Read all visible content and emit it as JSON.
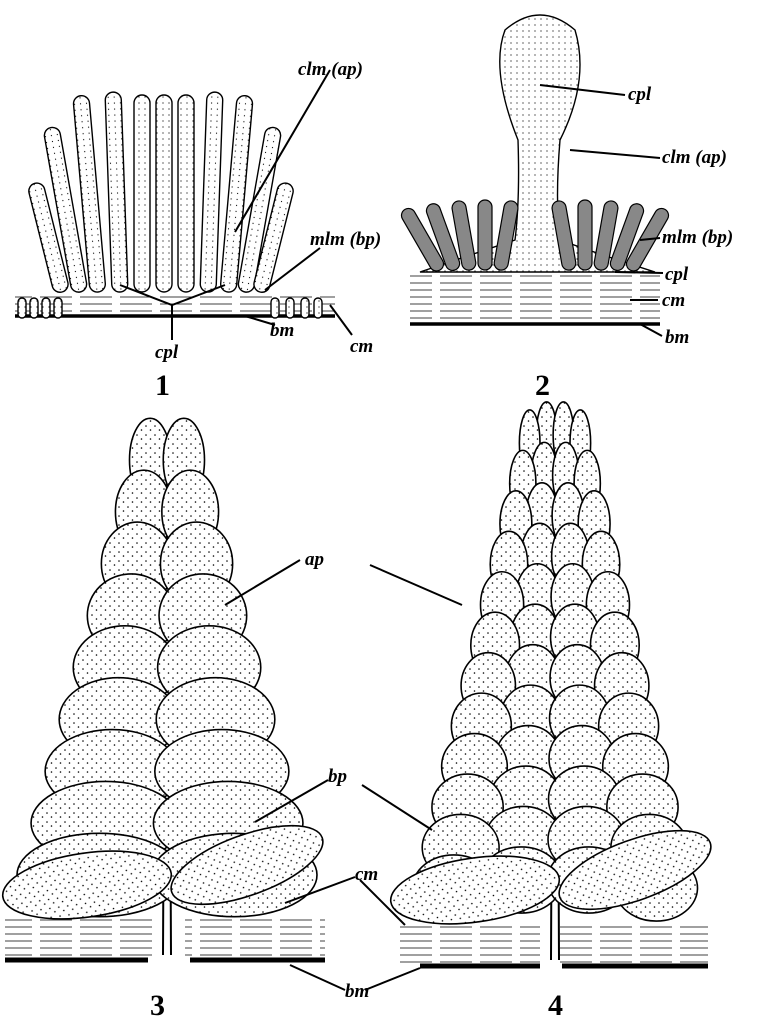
{
  "figure": {
    "panel1": {
      "number": "1",
      "labels": {
        "clm": "clm (ap)",
        "mlm": "mlm (bp)",
        "cpl": "cpl",
        "bm": "bm",
        "cm": "cm"
      }
    },
    "panel2": {
      "number": "2",
      "labels": {
        "cpl_top": "cpl",
        "clm": "clm (ap)",
        "mlm": "mlm (bp)",
        "cpl_base": "cpl",
        "cm": "cm",
        "bm": "bm"
      }
    },
    "panel3": {
      "number": "3",
      "labels": {
        "ap": "ap",
        "bp": "bp",
        "cm": "cm",
        "bm": "bm"
      }
    },
    "panel4": {
      "number": "4"
    }
  }
}
